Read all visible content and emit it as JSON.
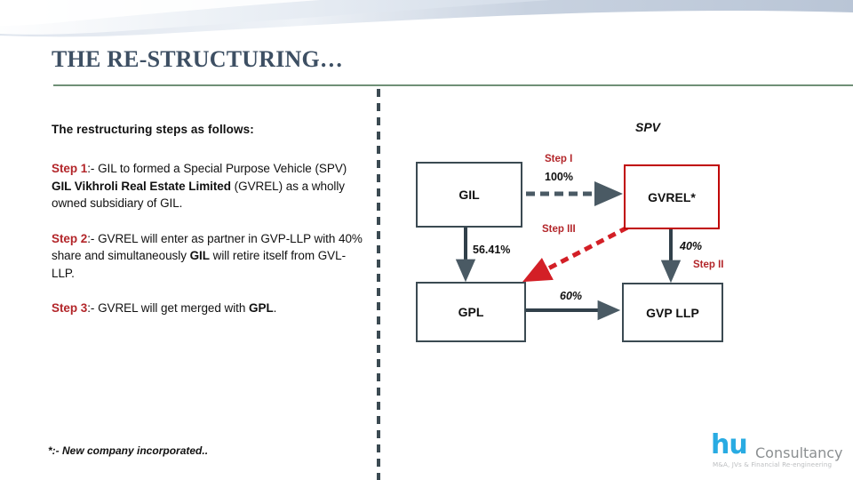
{
  "slide": {
    "title": "THE RE-STRUCTURING…",
    "intro": "The restructuring steps as follows:",
    "footnote": "*:- New company  incorporated..",
    "accent_green": "#6f9077",
    "accent_red": "#b3262a",
    "title_color": "#3d4f63",
    "divider_color": "#3b4a52"
  },
  "steps": [
    {
      "label": "Step 1",
      "sep": ":- ",
      "text_a": "GIL to formed a Special Purpose Vehicle (SPV) ",
      "text_b": "GIL Vikhroli Real Estate Limited",
      "text_c": " (GVREL) as a wholly owned subsidiary of GIL."
    },
    {
      "label": "Step 2",
      "sep": ":- ",
      "text_a": "GVREL will enter as partner in GVP-LLP with 40% share and simultaneously ",
      "text_b": "GIL",
      "text_c": " will retire itself from GVL-LLP."
    },
    {
      "label": "Step 3",
      "sep": ":- ",
      "text_a": "GVREL will get merged with ",
      "text_b": "GPL",
      "text_c": "."
    }
  ],
  "diagram": {
    "nodes": [
      {
        "id": "gil",
        "label": "GIL",
        "border": "#3b4a52"
      },
      {
        "id": "gvrel",
        "label": "GVREL*",
        "border": "#c00000"
      },
      {
        "id": "gpl",
        "label": "GPL",
        "border": "#3b4a52"
      },
      {
        "id": "gvpllp",
        "label": "GVP LLP",
        "border": "#3b4a52"
      }
    ],
    "spv_label": "SPV",
    "labels": {
      "step1": "Step I",
      "pct100": "100%",
      "step3": "Step III",
      "pct5641": "56.41%",
      "pct40": "40%",
      "step2": "Step II",
      "pct60": "60%"
    }
  },
  "logo": {
    "mark": "hu",
    "word": "Consultancy",
    "tagline": "M&A, JVs & Financial Re-engineering",
    "mark_color": "#29abe2"
  }
}
